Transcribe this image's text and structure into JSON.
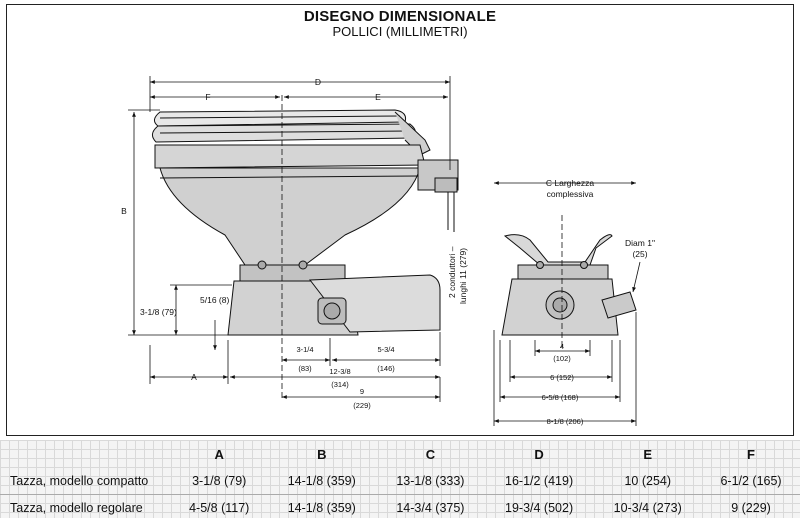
{
  "header": {
    "title": "DISEGNO DIMENSIONALE",
    "subtitle": "POLLICI (MILLIMETRI)"
  },
  "labels": {
    "D": "D",
    "F": "F",
    "E": "E",
    "B": "B",
    "A": "A",
    "bolt": "5/16 (8)",
    "h318": "3-1/8 (79)",
    "d314_a": "3-1/4",
    "d314_b": "(83)",
    "d534_a": "5-3/4",
    "d534_b": "(146)",
    "d1238_a": "12-3/8",
    "d1238_b": "(314)",
    "d9_a": "9",
    "d9_b": "(229)",
    "wires_a": "2 conduttori –",
    "wires_b": "lunghi 11 (279)",
    "c_a": "C Larghezza",
    "c_b": "complessiva",
    "diam_a": "Diam 1\"",
    "diam_b": "(25)",
    "d4_a": "4",
    "d4_b": "(102)",
    "d658": "6 (152)",
    "d6_58": "6-5/8 (168)",
    "d818": "8-1/8 (206)"
  },
  "table": {
    "headers": [
      "",
      "A",
      "B",
      "C",
      "D",
      "E",
      "F"
    ],
    "rows": [
      [
        "Tazza, modello compatto",
        "3-1/8 (79)",
        "14-1/8 (359)",
        "13-1/8 (333)",
        "16-1/2 (419)",
        "10 (254)",
        "6-1/2 (165)"
      ],
      [
        "Tazza, modello regolare",
        "4-5/8 (117)",
        "14-1/8 (359)",
        "14-3/4 (375)",
        "19-3/4 (502)",
        "10-3/4 (273)",
        "9 (229)"
      ]
    ]
  }
}
